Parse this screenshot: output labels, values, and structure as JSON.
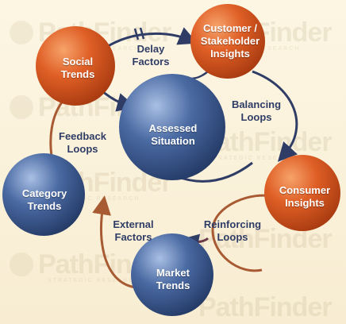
{
  "watermark": {
    "brand": "PathFinder",
    "tagline": "STRATEGIC RESEARCH"
  },
  "colors": {
    "orange": "#d9531e",
    "blue": "#3f5f95",
    "arrow_brown": "#a85a32",
    "arrow_navy": "#2f3d66",
    "background": "#fbf3dc"
  },
  "nodes": {
    "social_trends": "Social\nTrends",
    "customer_insights": "Customer /\nStakeholder\nInsights",
    "assessed_situation": "Assessed\nSituation",
    "category_trends": "Category\nTrends",
    "consumer_insights": "Consumer\nInsights",
    "market_trends": "Market\nTrends"
  },
  "loops": {
    "delay_factors": "Delay\nFactors",
    "balancing_loops": "Balancing\nLoops",
    "feedback_loops": "Feedback\nLoops",
    "reinforcing_loops": "Reinforcing\nLoops",
    "external_factors": "External\nFactors"
  }
}
